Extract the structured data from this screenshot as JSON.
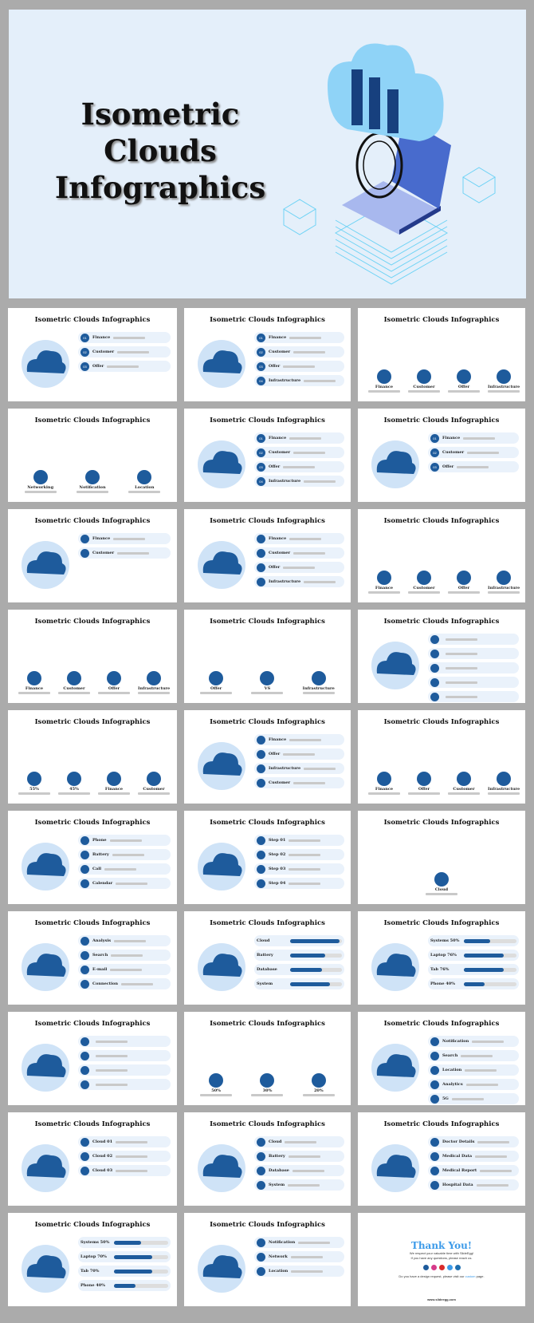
{
  "hero": {
    "title_lines": [
      "Isometric",
      "Clouds",
      "Infographics"
    ]
  },
  "colors": {
    "primary": "#1e5b9c",
    "light": "#cfe3f7",
    "accent": "#3d9be9",
    "background": "#e4effa"
  },
  "slide_title": "Isometric Clouds Infographics",
  "slides": [
    {
      "layout": "list",
      "items": [
        "Finance",
        "Customer",
        "Offer"
      ],
      "badges": [
        "01",
        "02",
        "03"
      ]
    },
    {
      "layout": "list",
      "items": [
        "Finance",
        "Customer",
        "Offer",
        "Infrastructure"
      ],
      "badges": [
        "01",
        "02",
        "03",
        "04"
      ]
    },
    {
      "layout": "row",
      "items": [
        "Finance",
        "Customer",
        "Offer",
        "Infrastructure"
      ]
    },
    {
      "layout": "row",
      "items": [
        "Networking",
        "Notification",
        "Location"
      ]
    },
    {
      "layout": "list",
      "items": [
        "Finance",
        "Customer",
        "Offer",
        "Infrastructure"
      ],
      "badges": [
        "01",
        "02",
        "03",
        "04"
      ]
    },
    {
      "layout": "list",
      "items": [
        "Finance",
        "Customer",
        "Offer"
      ],
      "badges": [
        "01",
        "02",
        "03"
      ]
    },
    {
      "layout": "list",
      "items": [
        "Finance",
        "Customer"
      ]
    },
    {
      "layout": "list",
      "items": [
        "Finance",
        "Customer",
        "Offer",
        "Infrastructure"
      ]
    },
    {
      "layout": "row",
      "items": [
        "Finance",
        "Customer",
        "Offer",
        "Infrastructure"
      ]
    },
    {
      "layout": "row",
      "items": [
        "Finance",
        "Customer",
        "Offer",
        "Infrastructure"
      ]
    },
    {
      "layout": "row",
      "items": [
        "Offer",
        "VS",
        "Infrastructure"
      ]
    },
    {
      "layout": "list",
      "items": [
        "",
        "",
        "",
        "",
        "",
        ""
      ]
    },
    {
      "layout": "row",
      "items": [
        "55%",
        "45%",
        "Finance",
        "Customer"
      ]
    },
    {
      "layout": "list",
      "items": [
        "Finance",
        "Offer",
        "Infrastructure",
        "Customer"
      ]
    },
    {
      "layout": "row",
      "items": [
        "Finance",
        "Offer",
        "Customer",
        "Infrastructure"
      ]
    },
    {
      "layout": "list",
      "items": [
        "Phone",
        "Battery",
        "Call",
        "Calendar"
      ]
    },
    {
      "layout": "list",
      "items": [
        "Step 01",
        "Step 02",
        "Step 03",
        "Step 04"
      ]
    },
    {
      "layout": "row",
      "items": [
        "Cloud"
      ]
    },
    {
      "layout": "list",
      "items": [
        "Analysis",
        "Search",
        "E-mail",
        "Connection"
      ]
    },
    {
      "layout": "bars",
      "items": [
        "Cloud",
        "Battery",
        "Database",
        "System"
      ],
      "values": [
        95,
        68,
        62,
        77
      ]
    },
    {
      "layout": "bars",
      "items": [
        "Systems 50%",
        "Laptop 76%",
        "Tab 76%",
        "Phone 40%"
      ],
      "values": [
        50,
        76,
        76,
        40
      ]
    },
    {
      "layout": "list",
      "items": [
        "",
        "",
        "",
        ""
      ]
    },
    {
      "layout": "row",
      "items": [
        "50%",
        "30%",
        "20%"
      ]
    },
    {
      "layout": "list",
      "items": [
        "Notification",
        "Search",
        "Location",
        "Analytics",
        "5G"
      ]
    },
    {
      "layout": "list",
      "items": [
        "Cloud 01",
        "Cloud 02",
        "Cloud 03"
      ]
    },
    {
      "layout": "list",
      "items": [
        "Cloud",
        "Battery",
        "Database",
        "System"
      ]
    },
    {
      "layout": "list",
      "items": [
        "Doctor Details",
        "Medical Data",
        "Medical Report",
        "Hospital Data"
      ]
    },
    {
      "layout": "bars",
      "items": [
        "Systems 50%",
        "Laptop 70%",
        "Tab 70%",
        "Phone 40%"
      ],
      "values": [
        50,
        70,
        70,
        40
      ]
    },
    {
      "layout": "list",
      "items": [
        "Notification",
        "Network",
        "Location"
      ]
    }
  ],
  "thank_you": {
    "title": "Thank You!",
    "line1": "We respect your valuable time with SlideEgg!",
    "line2": "If you have any questions, please reach us.",
    "request_text": "Do you have a design request, please visit our",
    "request_link": "custom",
    "request_end": "page.",
    "footer": "www.slideegg.com",
    "social_icons": [
      "facebook-icon",
      "instagram-icon",
      "youtube-icon",
      "twitter-icon",
      "linkedin-icon"
    ]
  }
}
